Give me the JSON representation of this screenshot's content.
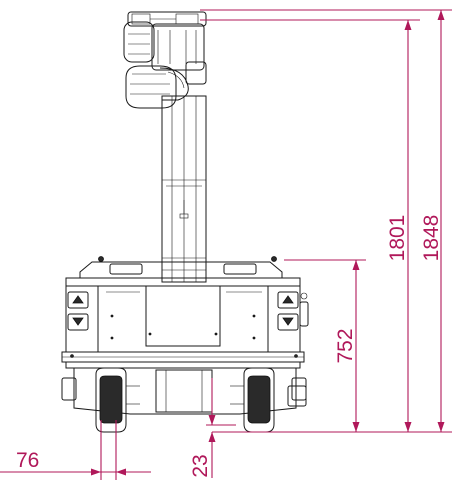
{
  "dimensions": {
    "total_height": "1848",
    "column_height": "1801",
    "base_height": "752",
    "ground_clearance": "23",
    "wheel_width": "76"
  },
  "colors": {
    "dimension": "#b0185a",
    "drawing": "#1a1a1a"
  }
}
